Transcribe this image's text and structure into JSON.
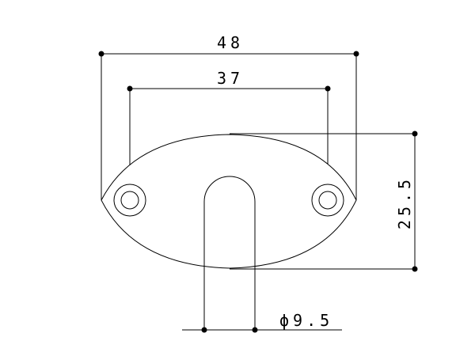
{
  "dimensions": {
    "overall_width": "48",
    "hole_spacing": "37",
    "height": "25.5",
    "bore_diameter": "ϕ9.5"
  }
}
